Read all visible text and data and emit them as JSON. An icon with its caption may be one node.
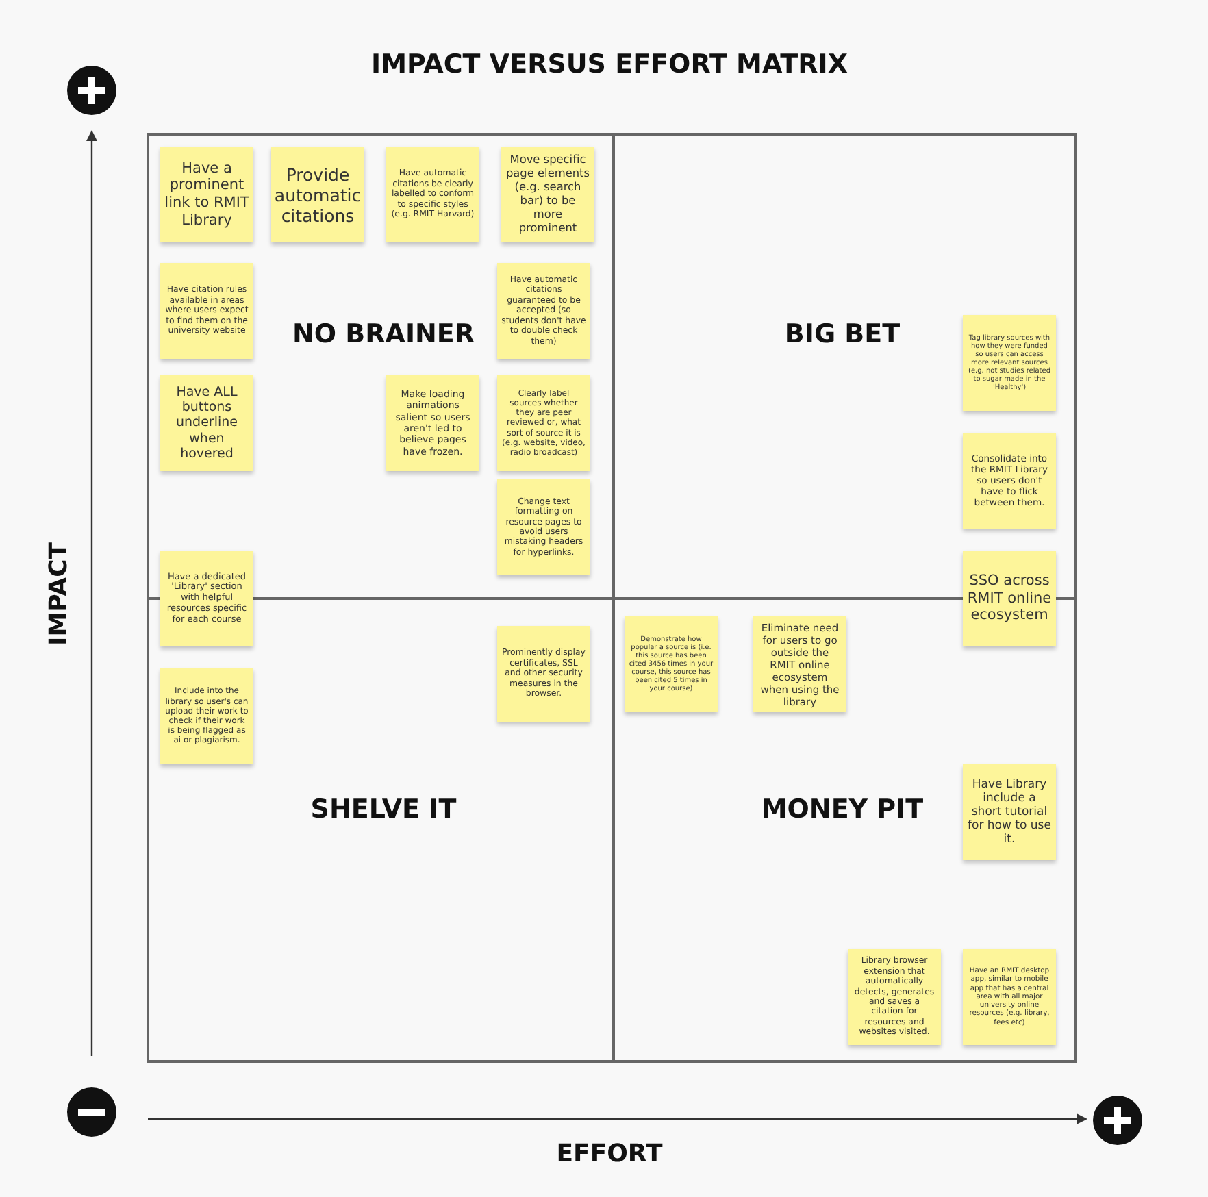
{
  "diagram": {
    "title": "IMPACT VERSUS EFFORT MATRIX",
    "nodes": [
      {
        "text": [
          "Have a prominent link to RMIT Library"
        ]
      },
      {
        "text": [
          "Provide automatic citations"
        ]
      },
      {
        "text": [
          "Have automatic citations be clearly labelled to conform to specific styles (e.g. RMIT Harvard)"
        ]
      },
      {
        "text": [
          "Move specific page elements (e.g. search bar) to be more prominent"
        ]
      },
      {
        "text": [
          "Have citation rules available in areas where users expect to find them on the university website"
        ]
      },
      {
        "text": [
          "Have automatic citations guaranteed to be accepted (so students don't have to double check them)"
        ]
      },
      {
        "text": [
          "Have ALL buttons underline when hovered"
        ]
      },
      {
        "text": [
          "Make loading animations salient so users aren't led to believe pages have frozen."
        ]
      },
      {
        "text": [
          "Clearly label sources whether they are peer reviewed or, what sort of source it is (e.g. website, video, radio broadcast)"
        ]
      },
      {
        "text": [
          "Change text formatting on resource pages to avoid users mistaking headers for hyperlinks."
        ]
      },
      {
        "text": [
          "Have a dedicated 'Library' section with helpful resources specific for each course"
        ]
      },
      {
        "text": [
          "Include into the library so user's can upload their work to check if their work is being flagged as ai or plagiarism."
        ]
      },
      {
        "text": [
          "Prominently display certificates, SSL and other security measures in the browser."
        ]
      },
      {
        "text": [
          "Tag library sources with how they were funded so users can access more relevant sources (e.g. not studies related to sugar made in the 'Healthy')"
        ]
      },
      {
        "text": [
          "Consolidate into the RMIT Library so users don't have to flick between them."
        ]
      },
      {
        "text": [
          "SSO across RMIT online ecosystem"
        ]
      },
      {
        "text": [
          "Demonstrate how popular a source is (i.e. this source has been cited 3456 times in your course, this source has been cited 5 times in your course)"
        ]
      },
      {
        "text": [
          "Eliminate need for users to go outside the RMIT online ecosystem when using the library"
        ]
      },
      {
        "text": [
          "Have Library include a short tutorial for how to use it."
        ]
      },
      {
        "text": [
          "Library browser extension that automatically detects, generates and saves a citation for resources and websites visited."
        ]
      },
      {
        "text": [
          "Have an RMIT desktop app, similar to mobile app that has a central area with all major university online resources (e.g. library, fees etc)"
        ]
      }
    ],
    "labels": [
      "NO BRAINER",
      "BIG BET",
      "IMPACT",
      "SHELVE IT",
      "MONEY PIT",
      "EFFORT"
    ]
  }
}
